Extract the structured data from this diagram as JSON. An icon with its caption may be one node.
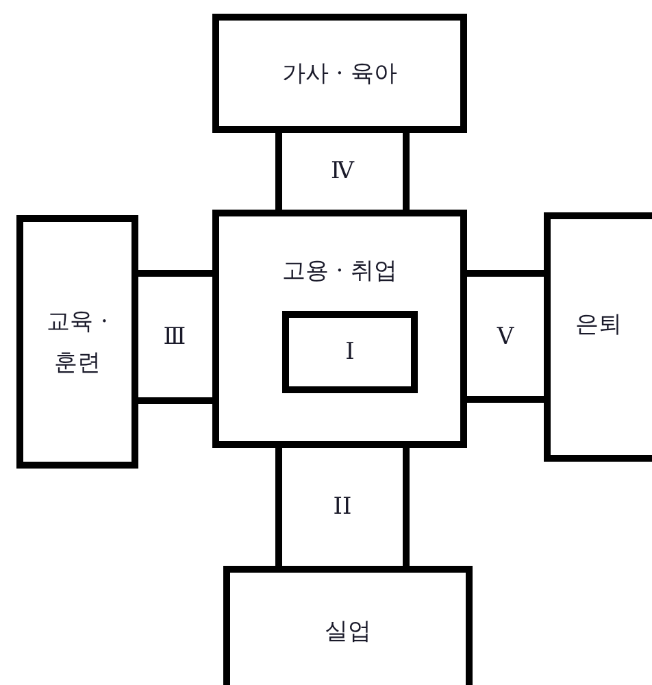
{
  "diagram": {
    "nodes": [
      {
        "text": [
          "가사 · 육아"
        ]
      },
      {
        "text": [
          "Ⅳ"
        ]
      },
      {
        "text": [
          "교육 · 훈련"
        ]
      },
      {
        "text": [
          "Ⅲ"
        ]
      },
      {
        "text": [
          "고용 · 취업"
        ]
      },
      {
        "text": [
          "I"
        ],
        "in": 4
      },
      {
        "text": [
          "Ⅴ"
        ]
      },
      {
        "text": [
          "은퇴"
        ]
      },
      {
        "text": [
          "II"
        ]
      },
      {
        "text": [
          "실업"
        ]
      }
    ]
  }
}
